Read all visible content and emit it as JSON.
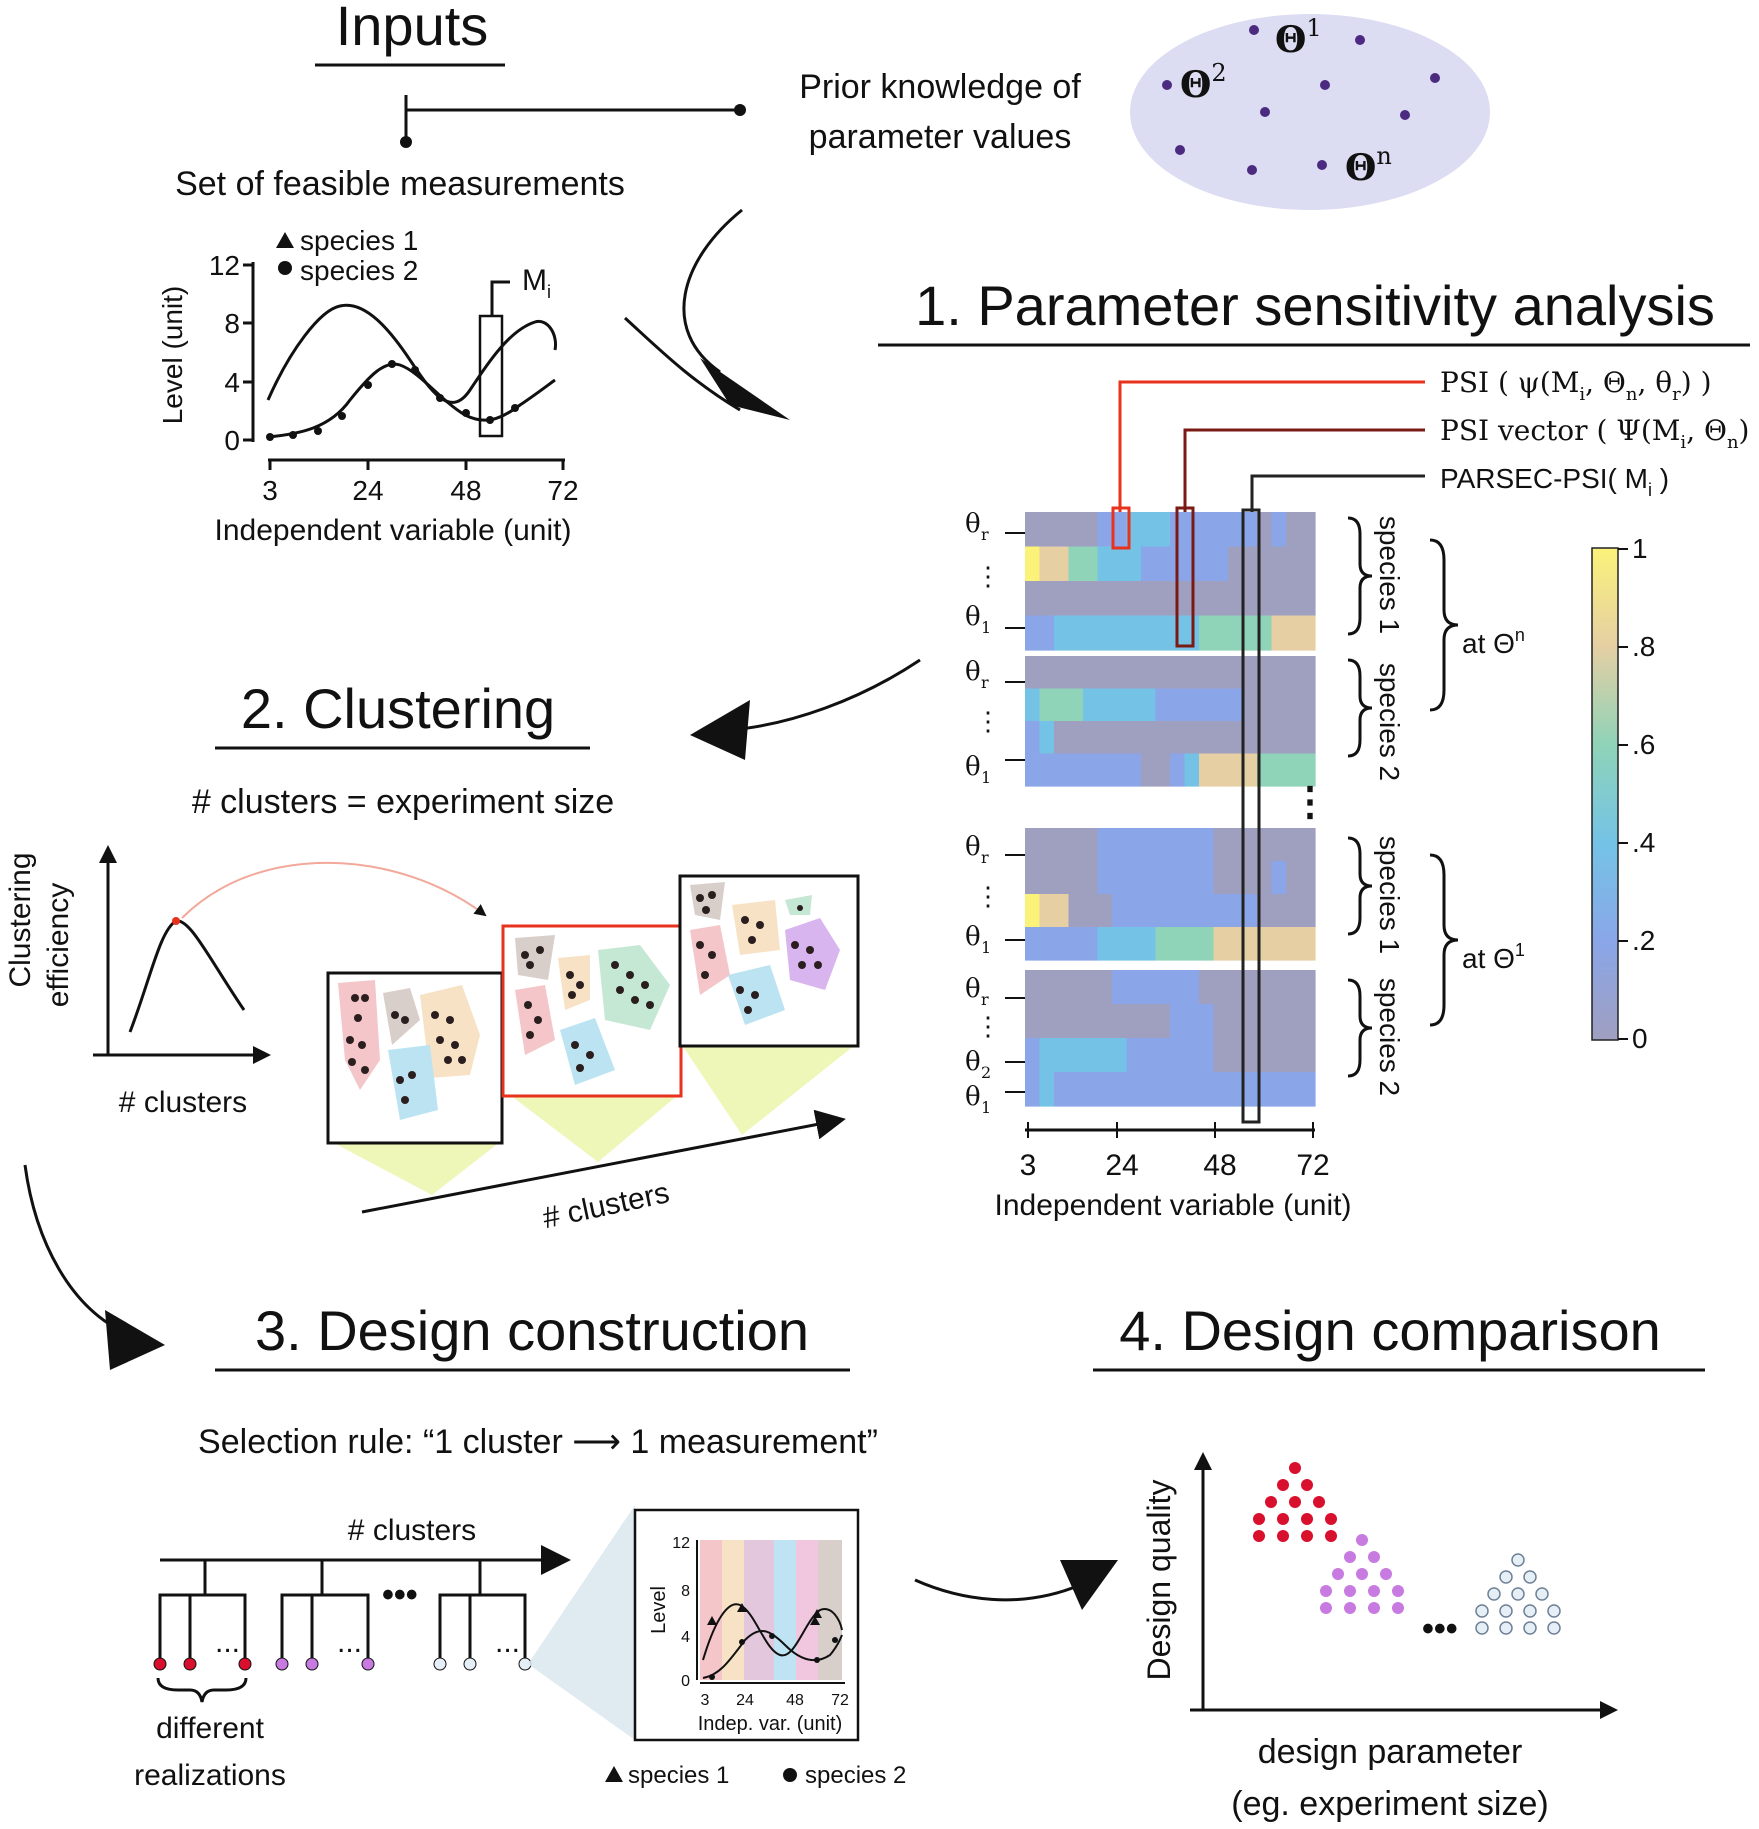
{
  "inputs": {
    "title": "Inputs",
    "prior_label_1": "Prior knowledge of",
    "prior_label_2": "parameter values",
    "feasible_label": "Set of feasible measurements",
    "theta_1": "Θ",
    "theta_1_sup": "1",
    "theta_2": "Θ",
    "theta_2_sup": "2",
    "theta_n": "Θ",
    "theta_n_sup": "n"
  },
  "input_chart": {
    "ylabel": "Level (unit)",
    "xlabel": "Independent variable (unit)",
    "yticks": [
      "0",
      "4",
      "8",
      "12"
    ],
    "xticks": [
      "3",
      "24",
      "48",
      "72"
    ],
    "legend_species1": "species 1",
    "legend_species2": "species 2",
    "measurement_label": "M",
    "measurement_sub": "i"
  },
  "step1": {
    "title": "1. Parameter sensitivity  analysis",
    "psi_label": "PSI ( ψ(M",
    "psi_label_rest": ", Θ",
    "psi_vector_label": "PSI vector ( Ψ(M",
    "parsec_label": "PARSEC-PSI( M",
    "sub_i": "i",
    "sub_n": "n",
    "sub_r": "r",
    "theta_r": "θ",
    "theta_1": "θ",
    "theta_2": "θ",
    "species1": "species 1",
    "species2": "species 2",
    "at_theta_n": "at Θ",
    "at_theta_n_sup": "n",
    "at_theta_1": "at Θ",
    "at_theta_1_sup": "1",
    "colorbar_ticks": [
      "1",
      ".8",
      ".6",
      ".4",
      ".2",
      "0"
    ],
    "xticks": [
      "3",
      "24",
      "48",
      "72"
    ],
    "xlabel": "Independent variable (unit)",
    "colors": {
      "psi": "#e8321e",
      "psi_vector": "#7a1a14",
      "parsec": "#222222"
    }
  },
  "step2": {
    "title": "2. Clustering",
    "subtitle": "# clusters = experiment size",
    "ylabel_1": "Clustering",
    "ylabel_2": "efficiency",
    "xlabel": "# clusters",
    "arrow_label": "# clusters"
  },
  "step3": {
    "title": "3. Design construction",
    "rule": "Selection rule:  “1 cluster ⟶ 1 measurement”",
    "tree_label": "# clusters",
    "realizations_1": "different",
    "realizations_2": "realizations",
    "mini_chart": {
      "ylabel": "Level",
      "xlabel": "Indep. var. (unit)",
      "yticks": [
        "0",
        "4",
        "8",
        "12"
      ],
      "xticks": [
        "3",
        "24",
        "48",
        "72"
      ],
      "legend_species1": "species 1",
      "legend_species2": "species 2"
    }
  },
  "step4": {
    "title": "4. Design comparison",
    "ylabel": "Design quality",
    "xlabel_1": "design parameter",
    "xlabel_2": "(eg. experiment size)",
    "colors": {
      "group1": "#d8102e",
      "group2": "#c77be0",
      "group3": "#e6eef6"
    }
  }
}
